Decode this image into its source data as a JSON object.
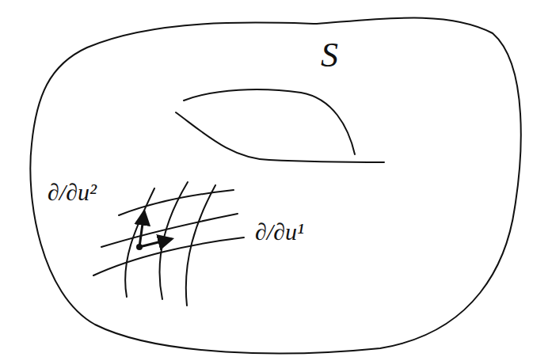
{
  "diagram": {
    "labels": [
      "S",
      "∂/∂u²",
      "∂/∂u¹"
    ]
  }
}
